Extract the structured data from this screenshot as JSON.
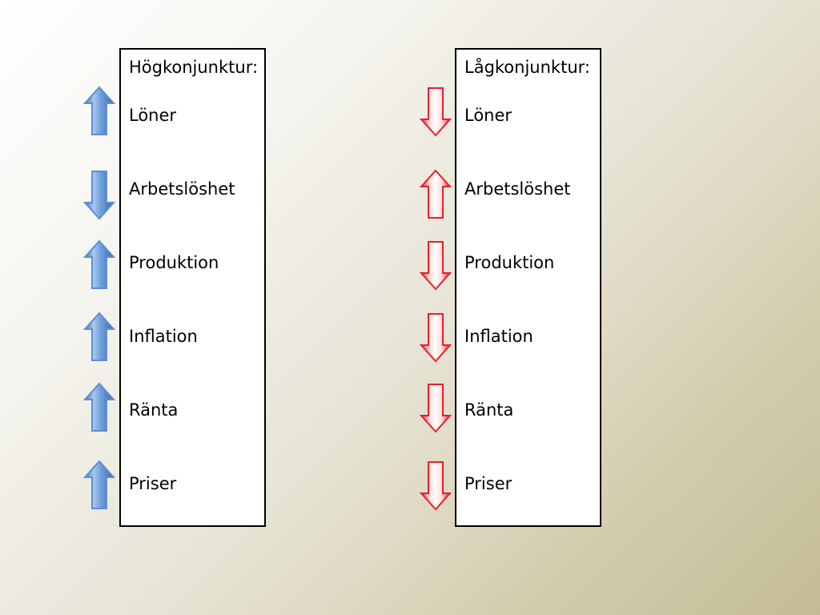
{
  "colors": {
    "increase_arrow": "#5b8fd1",
    "decrease_arrow": "#e8202a"
  },
  "left_panel": {
    "title": "Högkonjunktur:",
    "items": [
      {
        "label": "Löner",
        "direction": "up"
      },
      {
        "label": "Arbetslöshet",
        "direction": "down"
      },
      {
        "label": "Produktion",
        "direction": "up"
      },
      {
        "label": "Inflation",
        "direction": "up"
      },
      {
        "label": "Ränta",
        "direction": "up"
      },
      {
        "label": "Priser",
        "direction": "up"
      }
    ]
  },
  "right_panel": {
    "title": "Lågkonjunktur:",
    "items": [
      {
        "label": "Löner",
        "direction": "down"
      },
      {
        "label": "Arbetslöshet",
        "direction": "up"
      },
      {
        "label": "Produktion",
        "direction": "down"
      },
      {
        "label": "Inflation",
        "direction": "down"
      },
      {
        "label": "Ränta",
        "direction": "down"
      },
      {
        "label": "Priser",
        "direction": "down"
      }
    ]
  }
}
